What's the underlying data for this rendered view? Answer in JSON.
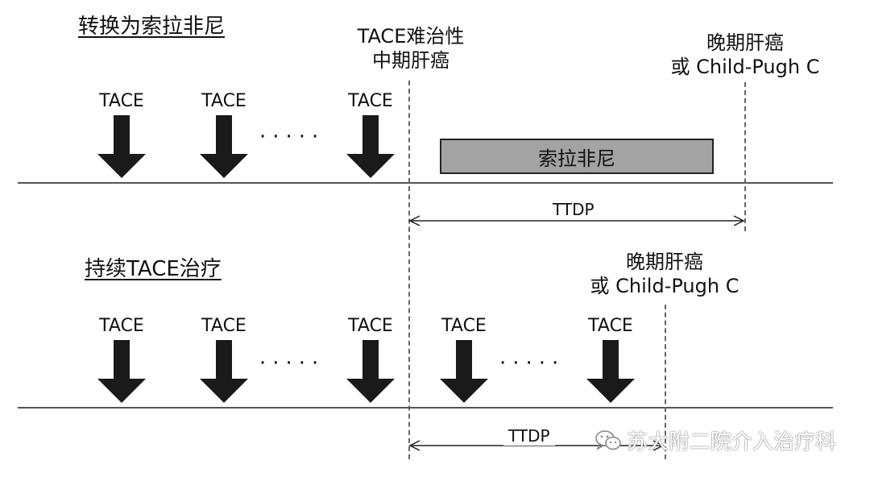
{
  "scenario1": {
    "title": "转换为索拉非尼",
    "refractory_label": [
      "TACE难治性",
      "中期肝癌"
    ],
    "endpoint_label": [
      "晚期肝癌",
      "或 Child-Pugh C"
    ],
    "tace_labels": [
      "TACE",
      "TACE",
      "TACE"
    ],
    "bar_label": "索拉非尼",
    "ttdp_label": "TTDP"
  },
  "scenario2": {
    "title": "持续TACE治疗",
    "endpoint_label": [
      "晚期肝癌",
      "或 Child-Pugh C"
    ],
    "tace_labels": [
      "TACE",
      "TACE",
      "TACE",
      "TACE",
      "TACE"
    ],
    "ttdp_label": "TTDP"
  },
  "ellipsis": "·····",
  "watermark": {
    "icon": "wechat-icon",
    "text": "苏大附二院介入治疗科"
  }
}
